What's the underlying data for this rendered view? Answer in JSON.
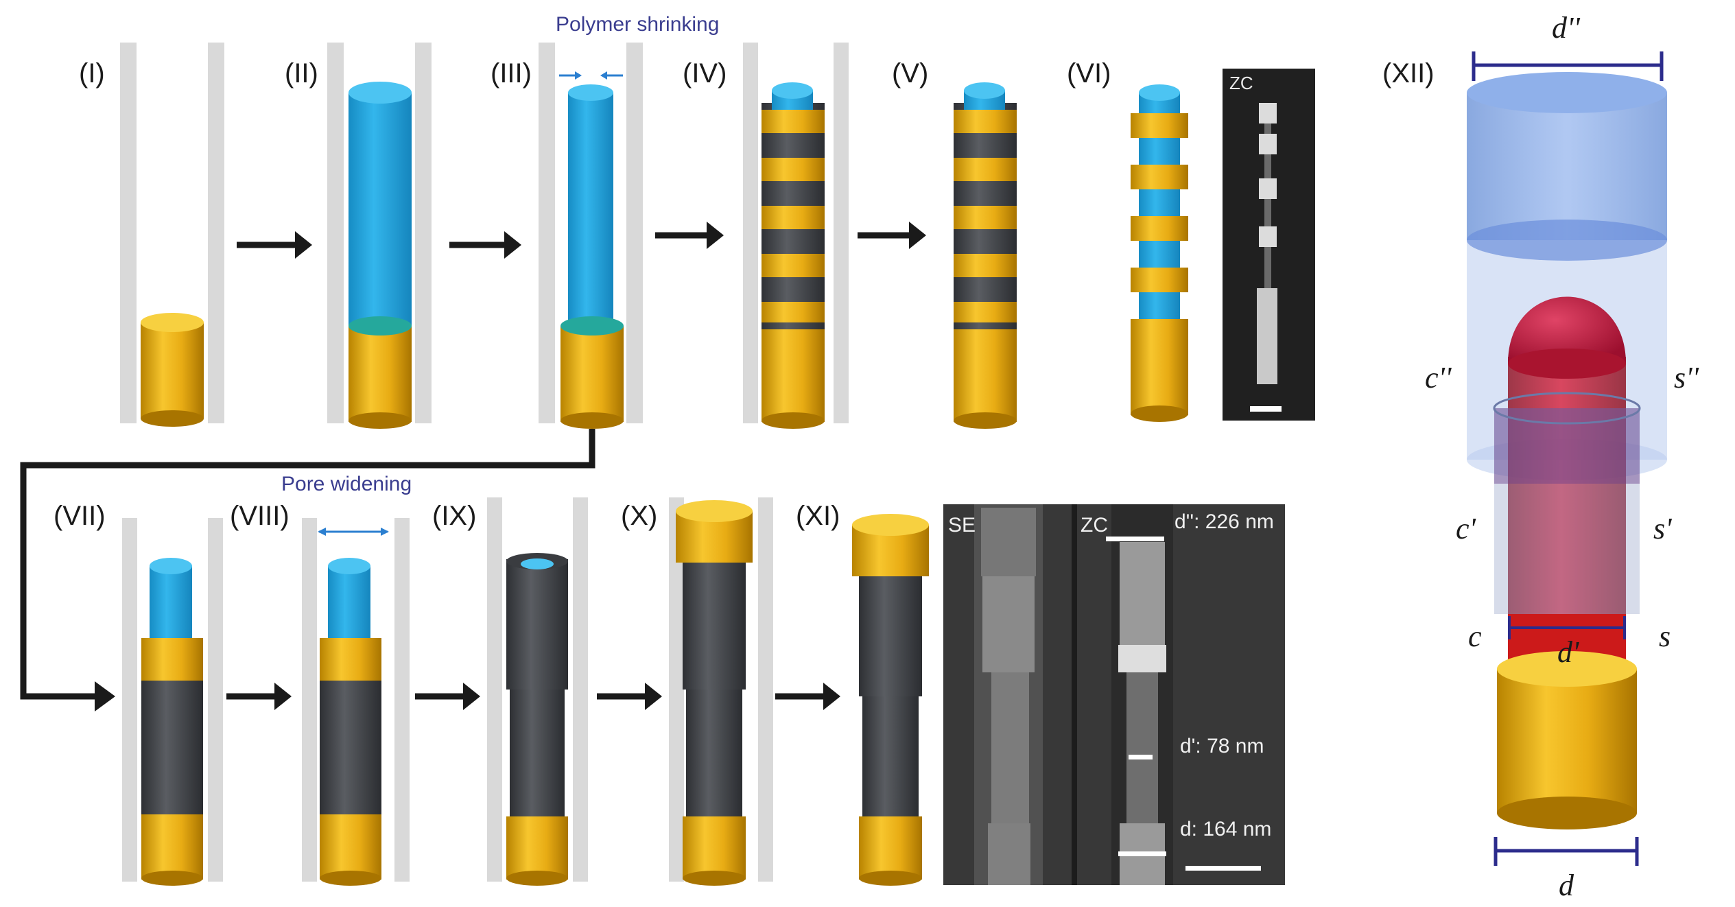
{
  "steps": [
    "(I)",
    "(II)",
    "(III)",
    "(IV)",
    "(V)",
    "(VI)",
    "(VII)",
    "(VIII)",
    "(IX)",
    "(X)",
    "(XI)",
    "(XII)"
  ],
  "annotations": {
    "polymer_shrinking": "Polymer shrinking",
    "pore_widening": "Pore widening"
  },
  "micrographs": {
    "vi_tag": "ZC",
    "xi_se_tag": "SE",
    "xi_zc_tag": "ZC",
    "d_double_prime": "d'': 226 nm",
    "d_prime": "d': 78 nm",
    "d": "d: 164 nm"
  },
  "schematic_xii": {
    "d_top": "d''",
    "d_mid": "d'",
    "d_bottom": "d",
    "c2": "c''",
    "s2": "s''",
    "c1": "c'",
    "s1": "s'",
    "c0": "c",
    "s0": "s"
  },
  "colors": {
    "gold": "#e8b020",
    "polymer": "#29a6dd",
    "dark_segment": "#4a4c50",
    "pore_wall": "#d9d9d9",
    "arrow": "#1a1a1a",
    "dim_line": "#2c2c8c",
    "red_core": "#c0182a"
  }
}
